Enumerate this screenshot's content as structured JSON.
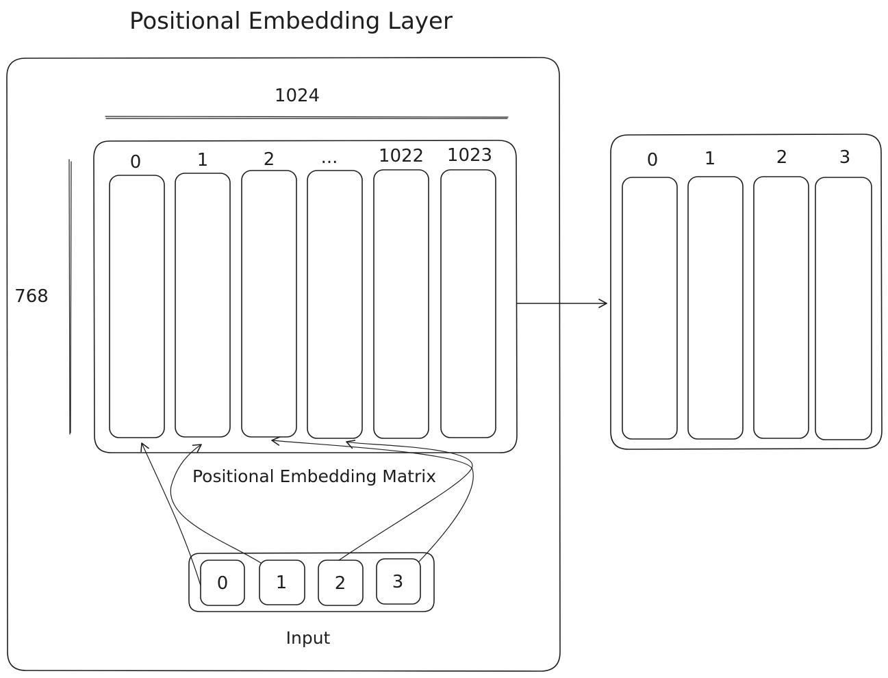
{
  "title": "Positional Embedding Layer",
  "dimensions": {
    "width_label": "1024",
    "height_label": "768"
  },
  "matrix": {
    "caption": "Positional Embedding Matrix",
    "columns": [
      "0",
      "1",
      "2",
      "...",
      "1022",
      "1023"
    ]
  },
  "input": {
    "caption": "Input",
    "tokens": [
      "0",
      "1",
      "2",
      "3"
    ]
  },
  "output": {
    "columns": [
      "0",
      "1",
      "2",
      "3"
    ]
  },
  "colors": {
    "stroke": "#1e1e1e",
    "background": "#ffffff"
  }
}
